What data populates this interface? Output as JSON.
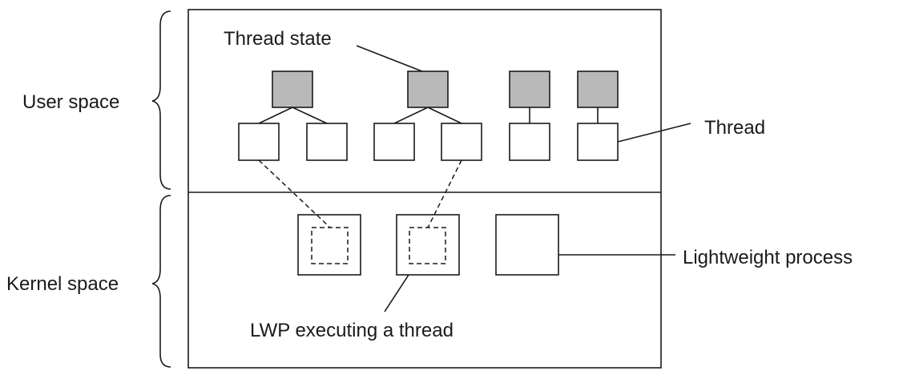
{
  "labels": {
    "user_space": "User space",
    "kernel_space": "Kernel space",
    "thread_state": "Thread state",
    "thread": "Thread",
    "lightweight_process": "Lightweight process",
    "lwp_executing": "LWP executing a thread"
  },
  "colors": {
    "thread_state_fill": "#b9b9b9",
    "stroke": "#1a1a1a",
    "background": "#ffffff"
  }
}
